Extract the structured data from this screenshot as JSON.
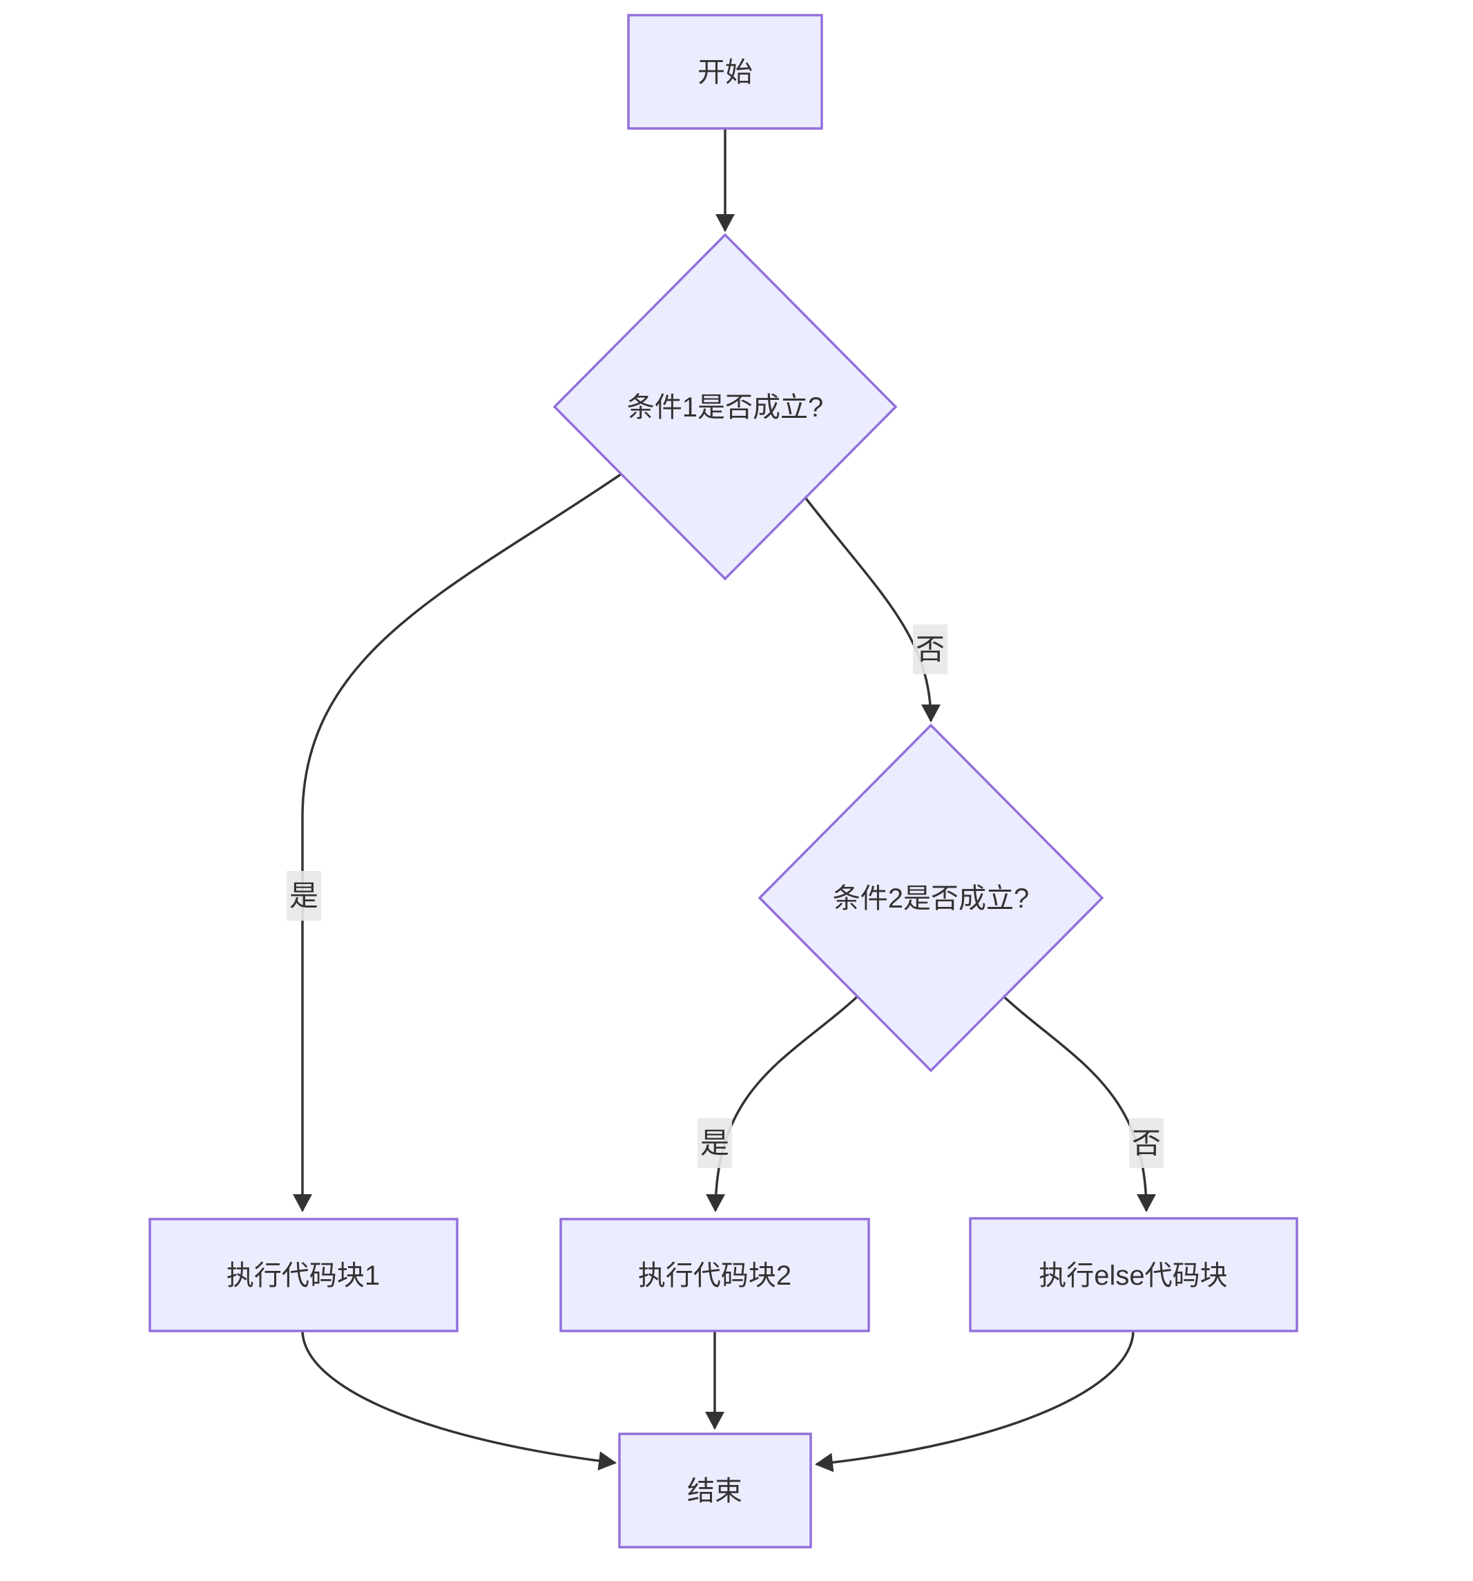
{
  "diagram": {
    "type": "flowchart",
    "direction": "top-down",
    "colors": {
      "node_fill": "#ECECFF",
      "node_border": "#9370DB",
      "edge_line": "#333333",
      "node_text": "#333333",
      "edge_label_text": "#333333",
      "edge_label_bg": "#e8e8e8",
      "canvas_bg": "#ffffff"
    },
    "nodes": {
      "start": {
        "label": "开始",
        "shape": "rectangle"
      },
      "cond1": {
        "label": "条件1是否成立?",
        "shape": "diamond"
      },
      "cond2": {
        "label": "条件2是否成立?",
        "shape": "diamond"
      },
      "block1": {
        "label": "执行代码块1",
        "shape": "rectangle"
      },
      "block2": {
        "label": "执行代码块2",
        "shape": "rectangle"
      },
      "else_block": {
        "label": "执行else代码块",
        "shape": "rectangle"
      },
      "end": {
        "label": "结束",
        "shape": "rectangle"
      }
    },
    "edges": {
      "start_to_cond1": {
        "from": "start",
        "to": "cond1",
        "label": ""
      },
      "cond1_yes": {
        "from": "cond1",
        "to": "block1",
        "label": "是"
      },
      "cond1_no": {
        "from": "cond1",
        "to": "cond2",
        "label": "否"
      },
      "cond2_yes": {
        "from": "cond2",
        "to": "block2",
        "label": "是"
      },
      "cond2_no": {
        "from": "cond2",
        "to": "else_block",
        "label": "否"
      },
      "block1_to_end": {
        "from": "block1",
        "to": "end",
        "label": ""
      },
      "block2_to_end": {
        "from": "block2",
        "to": "end",
        "label": ""
      },
      "else_to_end": {
        "from": "else_block",
        "to": "end",
        "label": ""
      }
    }
  }
}
